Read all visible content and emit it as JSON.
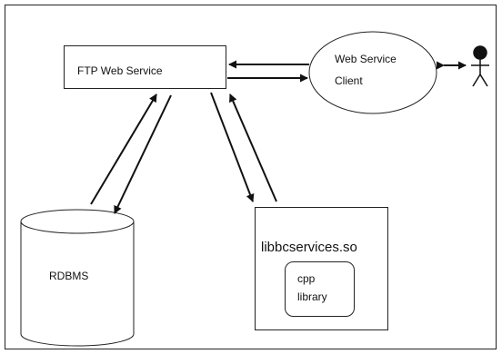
{
  "nodes": {
    "ftp_service": {
      "label": "FTP Web Service"
    },
    "web_client": {
      "label_line1": "Web Service",
      "label_line2": "Client"
    },
    "rdbms": {
      "label": "RDBMS"
    },
    "libbc": {
      "label": "libbcservices.so"
    },
    "cpp_library": {
      "label_line1": "cpp",
      "label_line2": "library"
    },
    "user": {
      "icon": "stick-figure-icon"
    }
  },
  "colors": {
    "stroke": "#111111",
    "fill": "#ffffff",
    "frame": "#222222"
  }
}
